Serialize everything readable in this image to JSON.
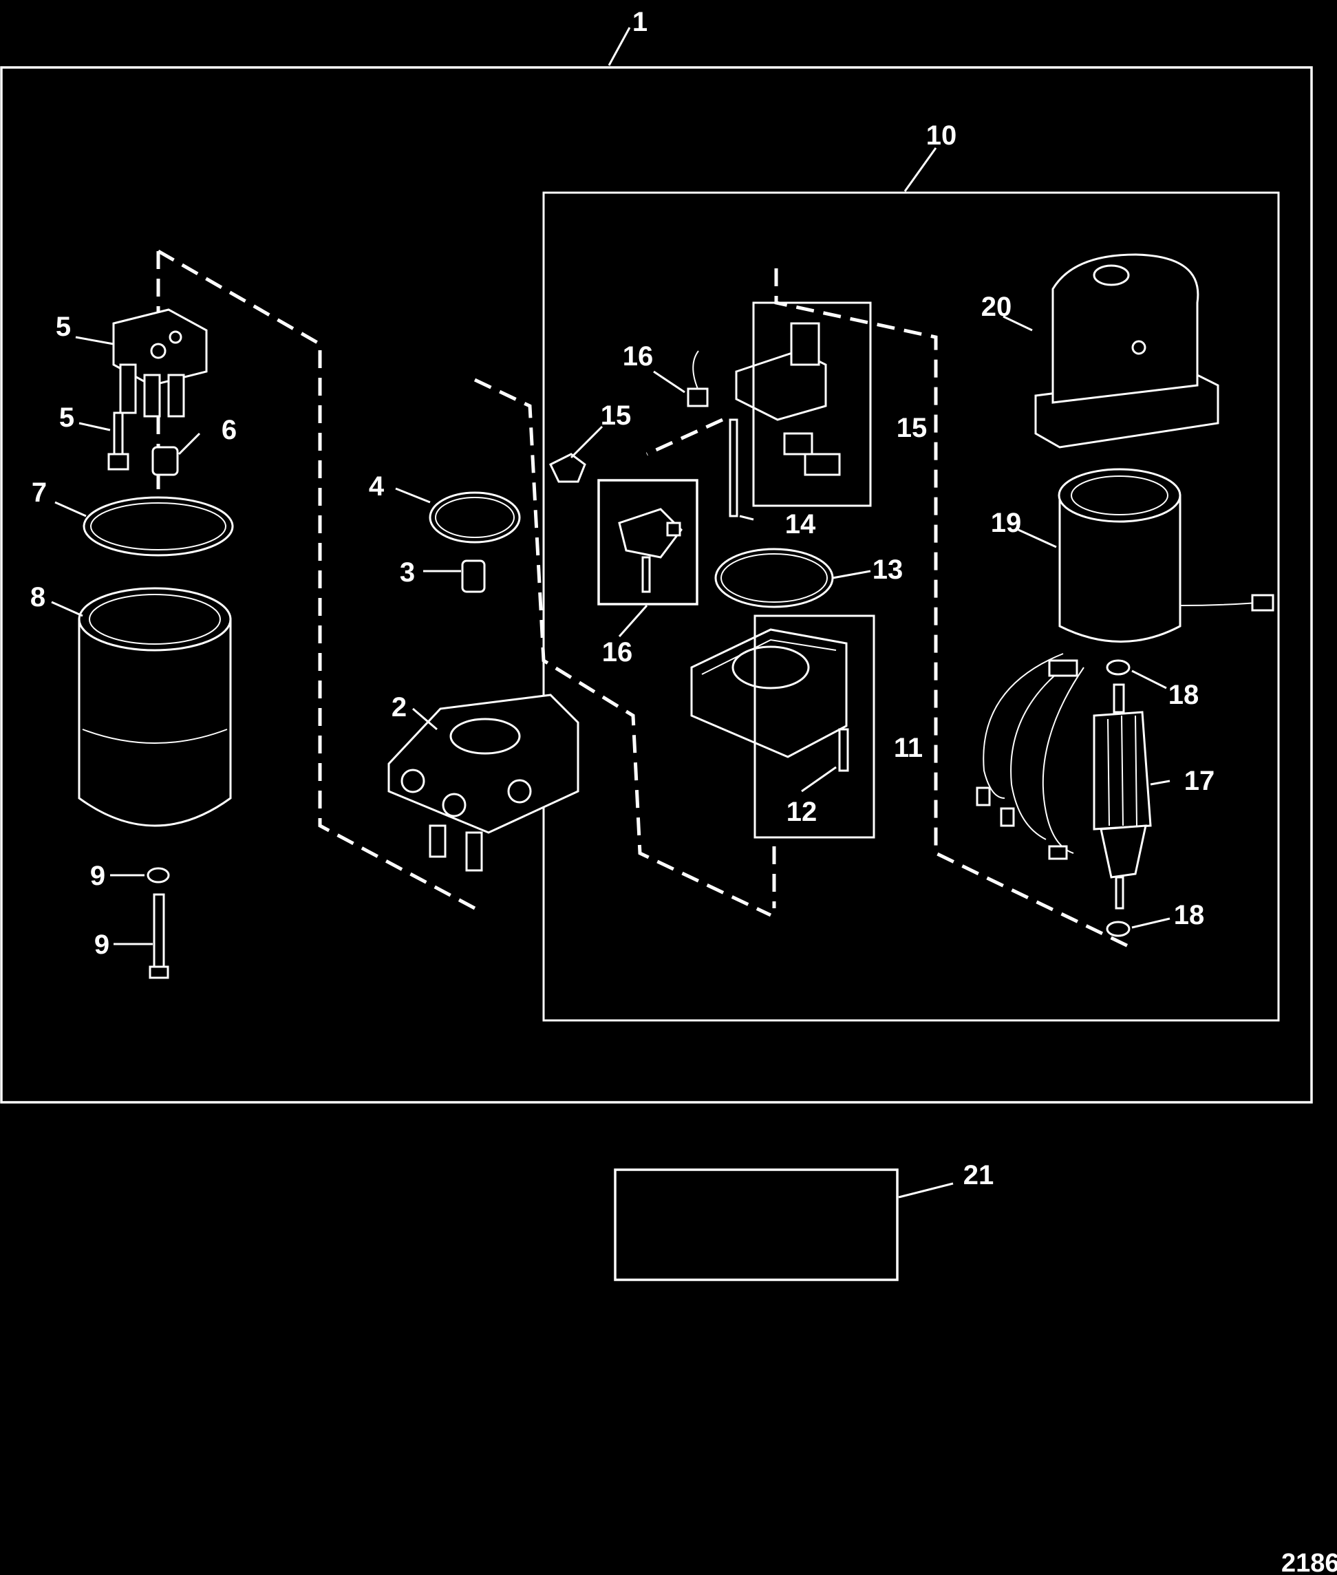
{
  "diagram": {
    "callouts": {
      "c1": "1",
      "c2": "2",
      "c3": "3",
      "c4": "4",
      "c5a": "5",
      "c5b": "5",
      "c6": "6",
      "c7": "7",
      "c8": "8",
      "c9a": "9",
      "c9b": "9",
      "c10": "10",
      "c11": "11",
      "c12": "12",
      "c13": "13",
      "c14": "14",
      "c15a": "15",
      "c15b": "15",
      "c16a": "16",
      "c16b": "16",
      "c17": "17",
      "c18a": "18",
      "c18b": "18",
      "c19": "19",
      "c20": "20",
      "c21": "21"
    },
    "figure_number": "2186"
  }
}
